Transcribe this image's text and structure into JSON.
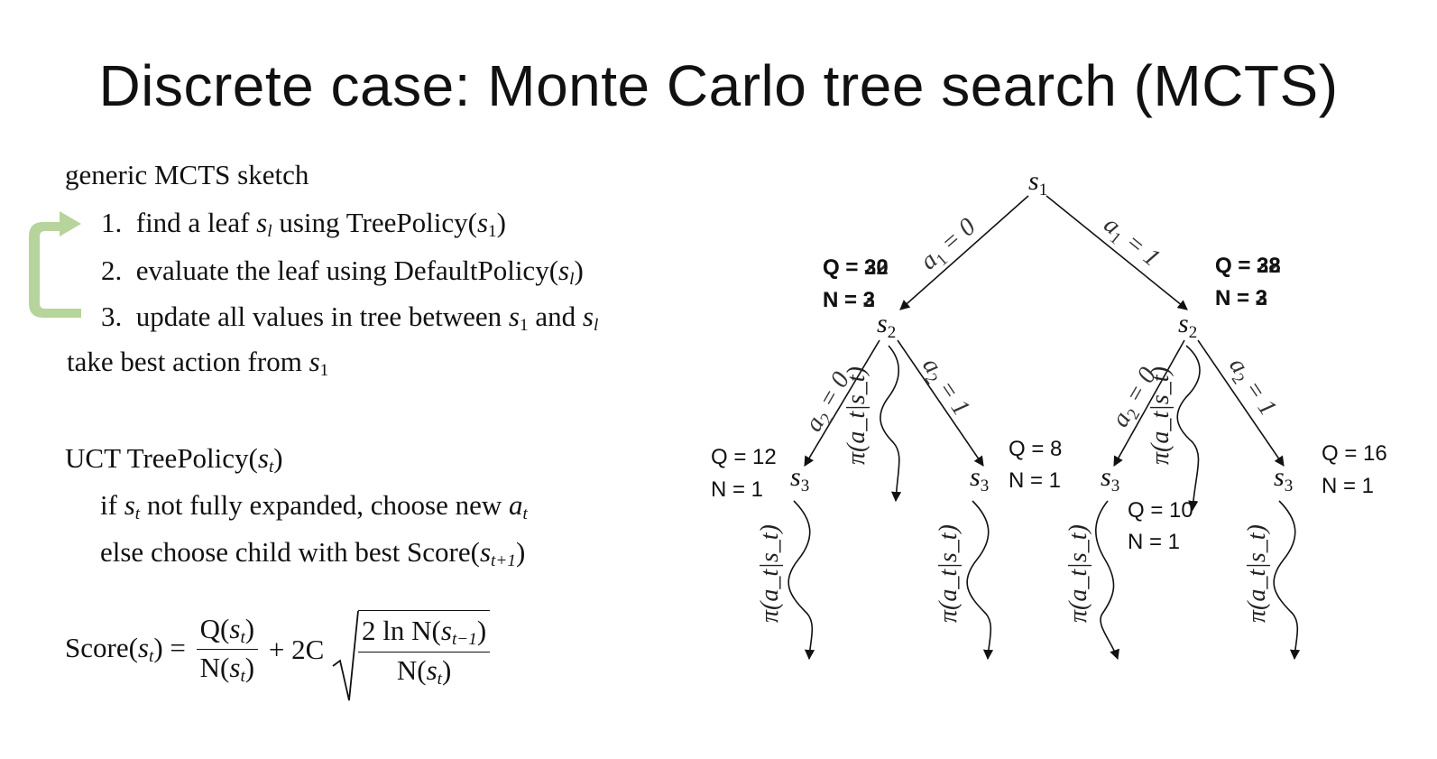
{
  "title": "Discrete case: Monte Carlo tree search (MCTS)",
  "sketch": {
    "heading": "generic MCTS sketch",
    "step1": {
      "num": "1.",
      "pre": "find a leaf",
      "var": "s",
      "sub": "l",
      "mid": "using TreePolicy(",
      "arg": "s",
      "argsub": "1",
      "post": ")"
    },
    "step2": {
      "num": "2.",
      "pre": "evaluate the leaf using DefaultPolicy(",
      "arg": "s",
      "argsub": "l",
      "post": ")"
    },
    "step3": {
      "num": "3.",
      "pre": "update all values in tree between",
      "a": "s",
      "asub": "1",
      "and": "and",
      "b": "s",
      "bsub": "l"
    },
    "final": {
      "pre": "take best action from",
      "var": "s",
      "sub": "1"
    },
    "loop_arrow_color": "#a9cd8a"
  },
  "uct": {
    "heading_pre": "UCT TreePolicy(",
    "heading_var": "s",
    "heading_sub": "t",
    "heading_post": ")",
    "line1": {
      "pre": "if",
      "var": "s",
      "sub": "t",
      "mid": "not fully expanded, choose new",
      "a": "a",
      "asub": "t"
    },
    "line2": {
      "pre": "else choose child with best Score(",
      "var": "s",
      "sub": "t+1",
      "post": ")"
    }
  },
  "formula": {
    "lhs": "Score(",
    "lhs_var": "s",
    "lhs_sub": "t",
    "lhs_post": ") =",
    "num1": "Q(",
    "num1_var": "s",
    "num1_sub": "t",
    "num1_post": ")",
    "den1": "N(",
    "den1_var": "s",
    "den1_sub": "t",
    "den1_post": ")",
    "plus": "+ 2C",
    "num2": "2 ln N(",
    "num2_var": "s",
    "num2_sub": "t−1",
    "num2_post": ")",
    "den2": "N(",
    "den2_var": "s",
    "den2_sub": "t",
    "den2_post": ")"
  },
  "tree": {
    "root": {
      "var": "s",
      "sub": "1"
    },
    "edges_level1": [
      {
        "label": "a",
        "sub": "1",
        "eq": " = 0"
      },
      {
        "label": "a",
        "sub": "1",
        "eq": " = 1"
      }
    ],
    "edges_level2": [
      {
        "label": "a",
        "sub": "2",
        "eq": " = 0"
      },
      {
        "label": "a",
        "sub": "2",
        "eq": " = 1"
      }
    ],
    "level2_node": {
      "var": "s",
      "sub": "2"
    },
    "level3_node": {
      "var": "s",
      "sub": "3"
    },
    "rollout_label": "π(a_t|s_t)",
    "left_s2_stats": {
      "q_overlay": [
        "Q = 30",
        "Q = 22"
      ],
      "n_overlay": [
        "N = 3",
        "N = 2"
      ]
    },
    "right_s2_stats": {
      "q_overlay": [
        "Q = 38",
        "Q = 22"
      ],
      "n_overlay": [
        "N = 3",
        "N = 2"
      ]
    },
    "leaf_stats": [
      {
        "q": "Q = 12",
        "n": "N = 1"
      },
      {
        "q": "Q = 8",
        "n": "N = 1"
      },
      {
        "q": "Q = 10",
        "n": "N = 1"
      },
      {
        "q": "Q = 16",
        "n": "N = 1"
      }
    ]
  }
}
